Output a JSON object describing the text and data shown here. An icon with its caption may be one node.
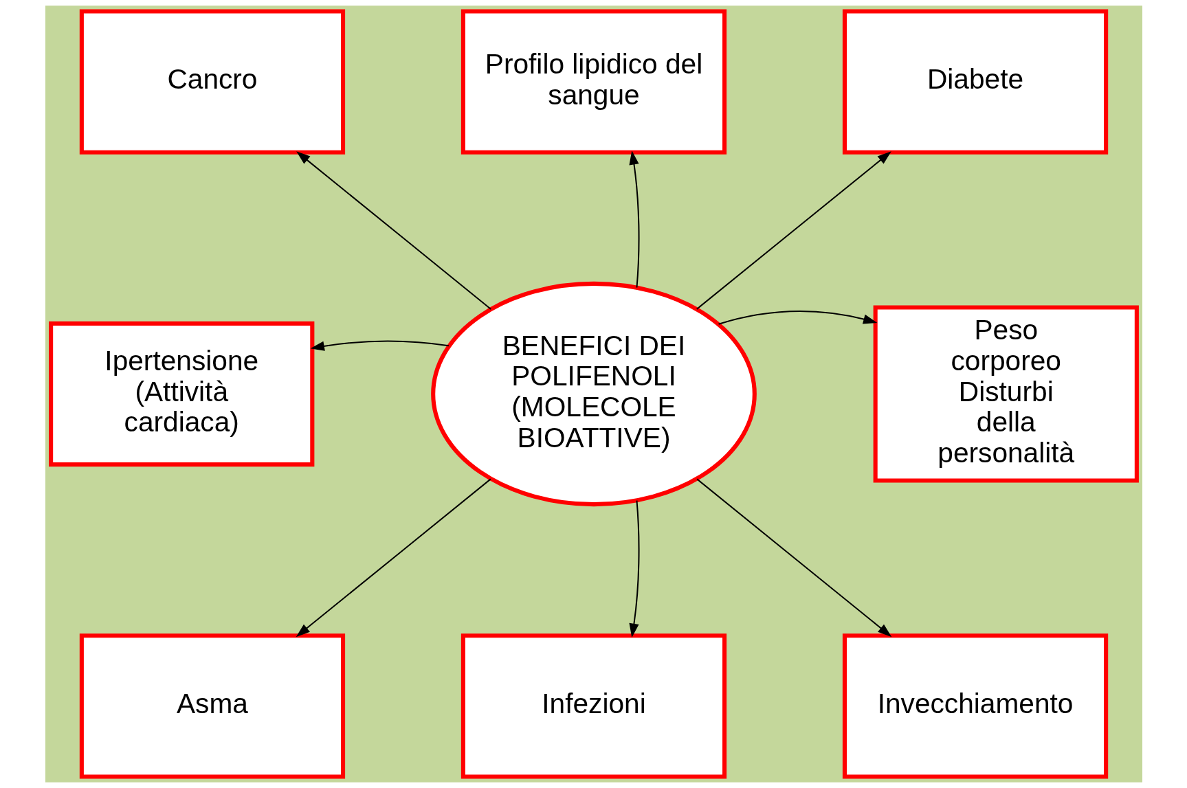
{
  "diagram": {
    "nodes": [
      {
        "text": [
          "BENEFICI DEI POLIFENOLI (MOLECOLE BIOATTIVE)"
        ]
      },
      {
        "text": [
          "Cancro"
        ]
      },
      {
        "text": [
          "Profilo lipidico del sangue"
        ]
      },
      {
        "text": [
          "Diabete"
        ]
      },
      {
        "text": [
          "Ipertensione (Attività cardiaca)"
        ]
      },
      {
        "text": [
          "Peso corporeo Disturbi della personalità"
        ]
      },
      {
        "text": [
          "Asma"
        ]
      },
      {
        "text": [
          "Infezioni"
        ]
      },
      {
        "text": [
          "Invecchiamento"
        ]
      }
    ],
    "edges": [
      {
        "from": 0,
        "to": 1,
        "arrow": "to"
      },
      {
        "from": 0,
        "to": 2,
        "arrow": "to"
      },
      {
        "from": 0,
        "to": 3,
        "arrow": "to"
      },
      {
        "from": 0,
        "to": 4,
        "arrow": "to"
      },
      {
        "from": 0,
        "to": 5,
        "arrow": "to"
      },
      {
        "from": 0,
        "to": 6,
        "arrow": "to"
      },
      {
        "from": 0,
        "to": 7,
        "arrow": "to"
      },
      {
        "from": 0,
        "to": 8,
        "arrow": "to"
      }
    ]
  }
}
